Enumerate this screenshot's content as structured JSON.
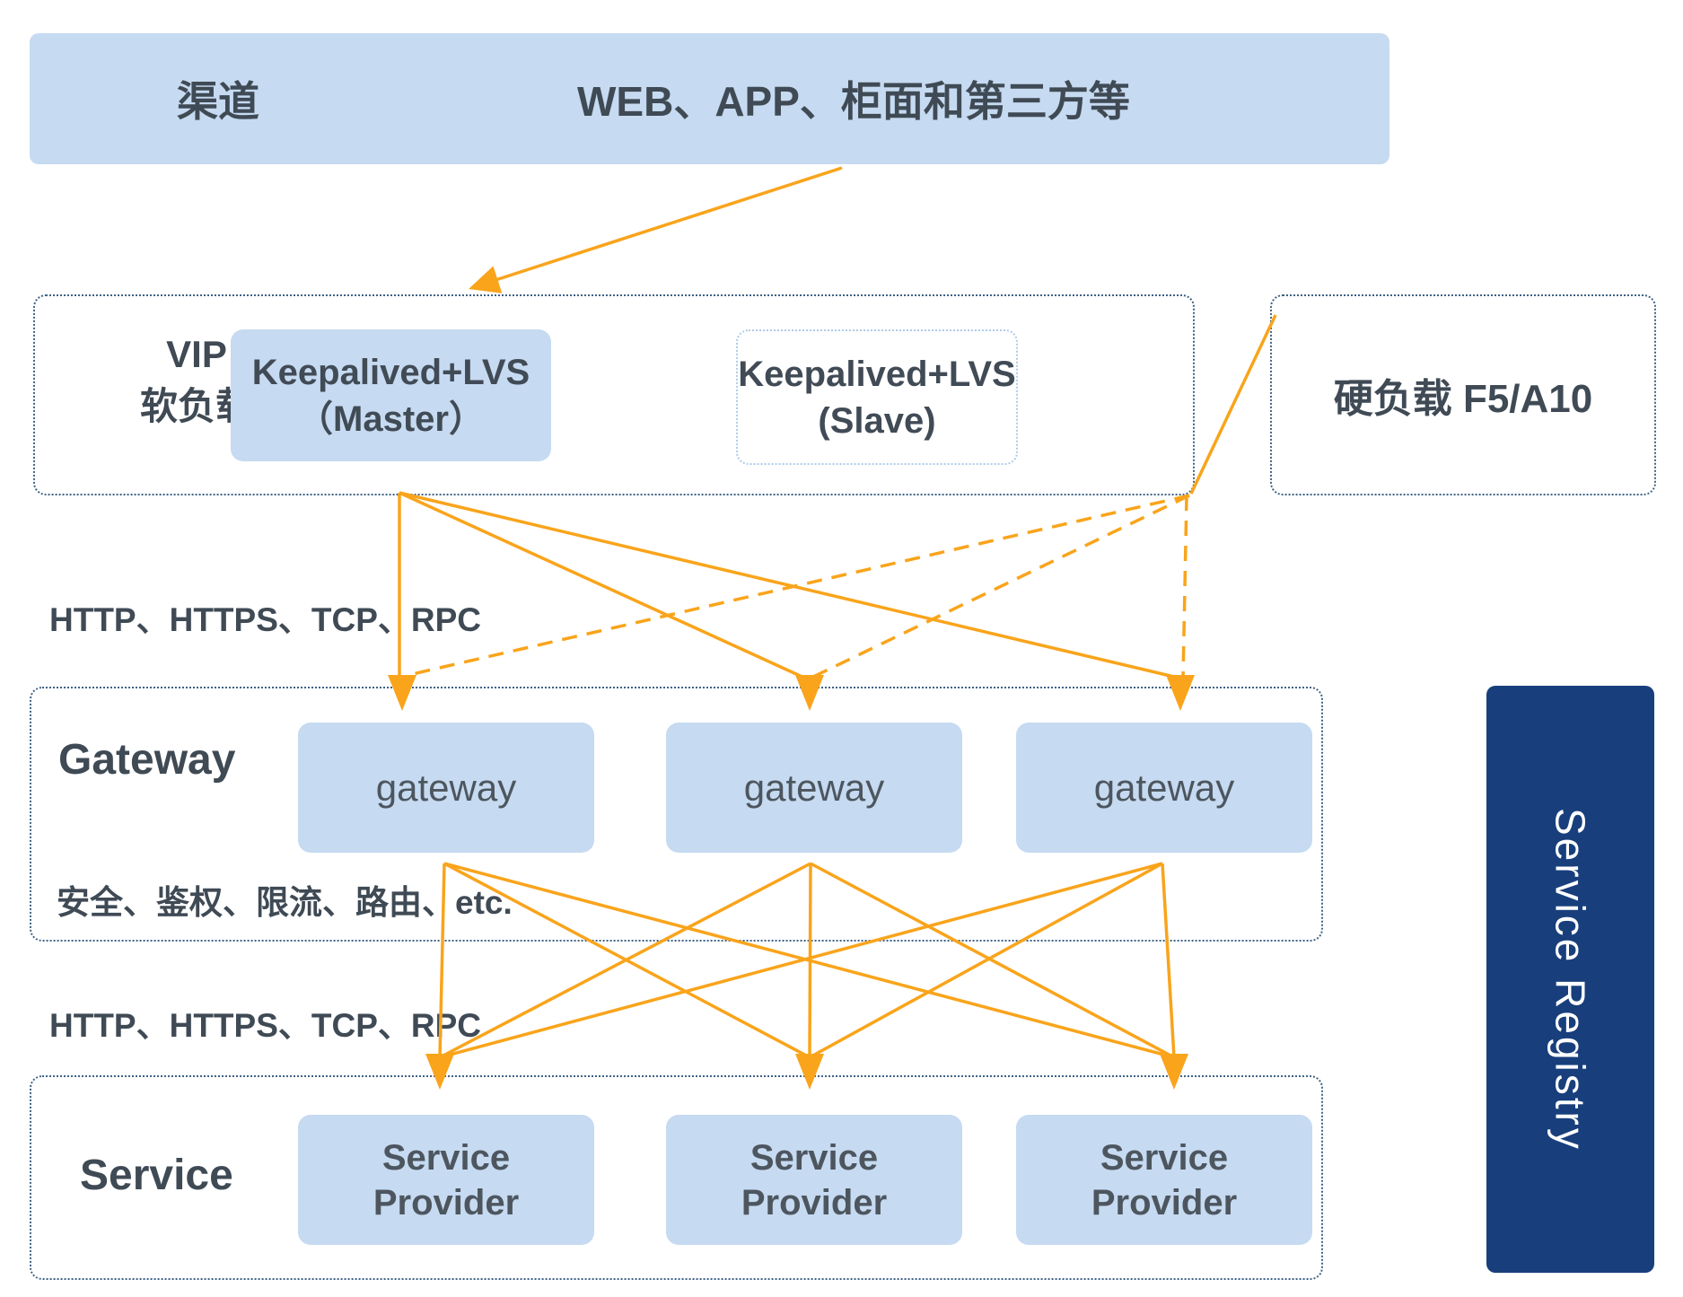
{
  "top_bar": {
    "label": "渠道",
    "content": "WEB、APP、柜面和第三方等"
  },
  "vip": {
    "title_line1": "VIP",
    "title_line2": "软负载",
    "master_line1": "Keepalived+LVS",
    "master_line2": "（Master）",
    "slave_line1": "Keepalived+LVS",
    "slave_line2": "(Slave)"
  },
  "hard_load": {
    "label": "硬负载  F5/A10"
  },
  "labels": {
    "protocols_upper": "HTTP、HTTPS、TCP、RPC",
    "gateway_features": "安全、鉴权、限流、路由、etc.",
    "protocols_lower": "HTTP、HTTPS、TCP、RPC"
  },
  "gateway": {
    "title": "Gateway",
    "nodes": [
      "gateway",
      "gateway",
      "gateway"
    ]
  },
  "service": {
    "title": "Service",
    "nodes": [
      {
        "line1": "Service",
        "line2": "Provider"
      },
      {
        "line1": "Service",
        "line2": "Provider"
      },
      {
        "line1": "Service",
        "line2": "Provider"
      }
    ]
  },
  "registry": {
    "label": "Service Registry"
  },
  "colors": {
    "node_fill": "#c6daf1",
    "container_border": "#3e6286",
    "slave_border": "#aecbea",
    "arrow": "#f9a41b",
    "registry_bg": "#183f7c",
    "text_dark": "#3f4a55",
    "text_node": "#4d565f",
    "background": "#ffffff"
  }
}
